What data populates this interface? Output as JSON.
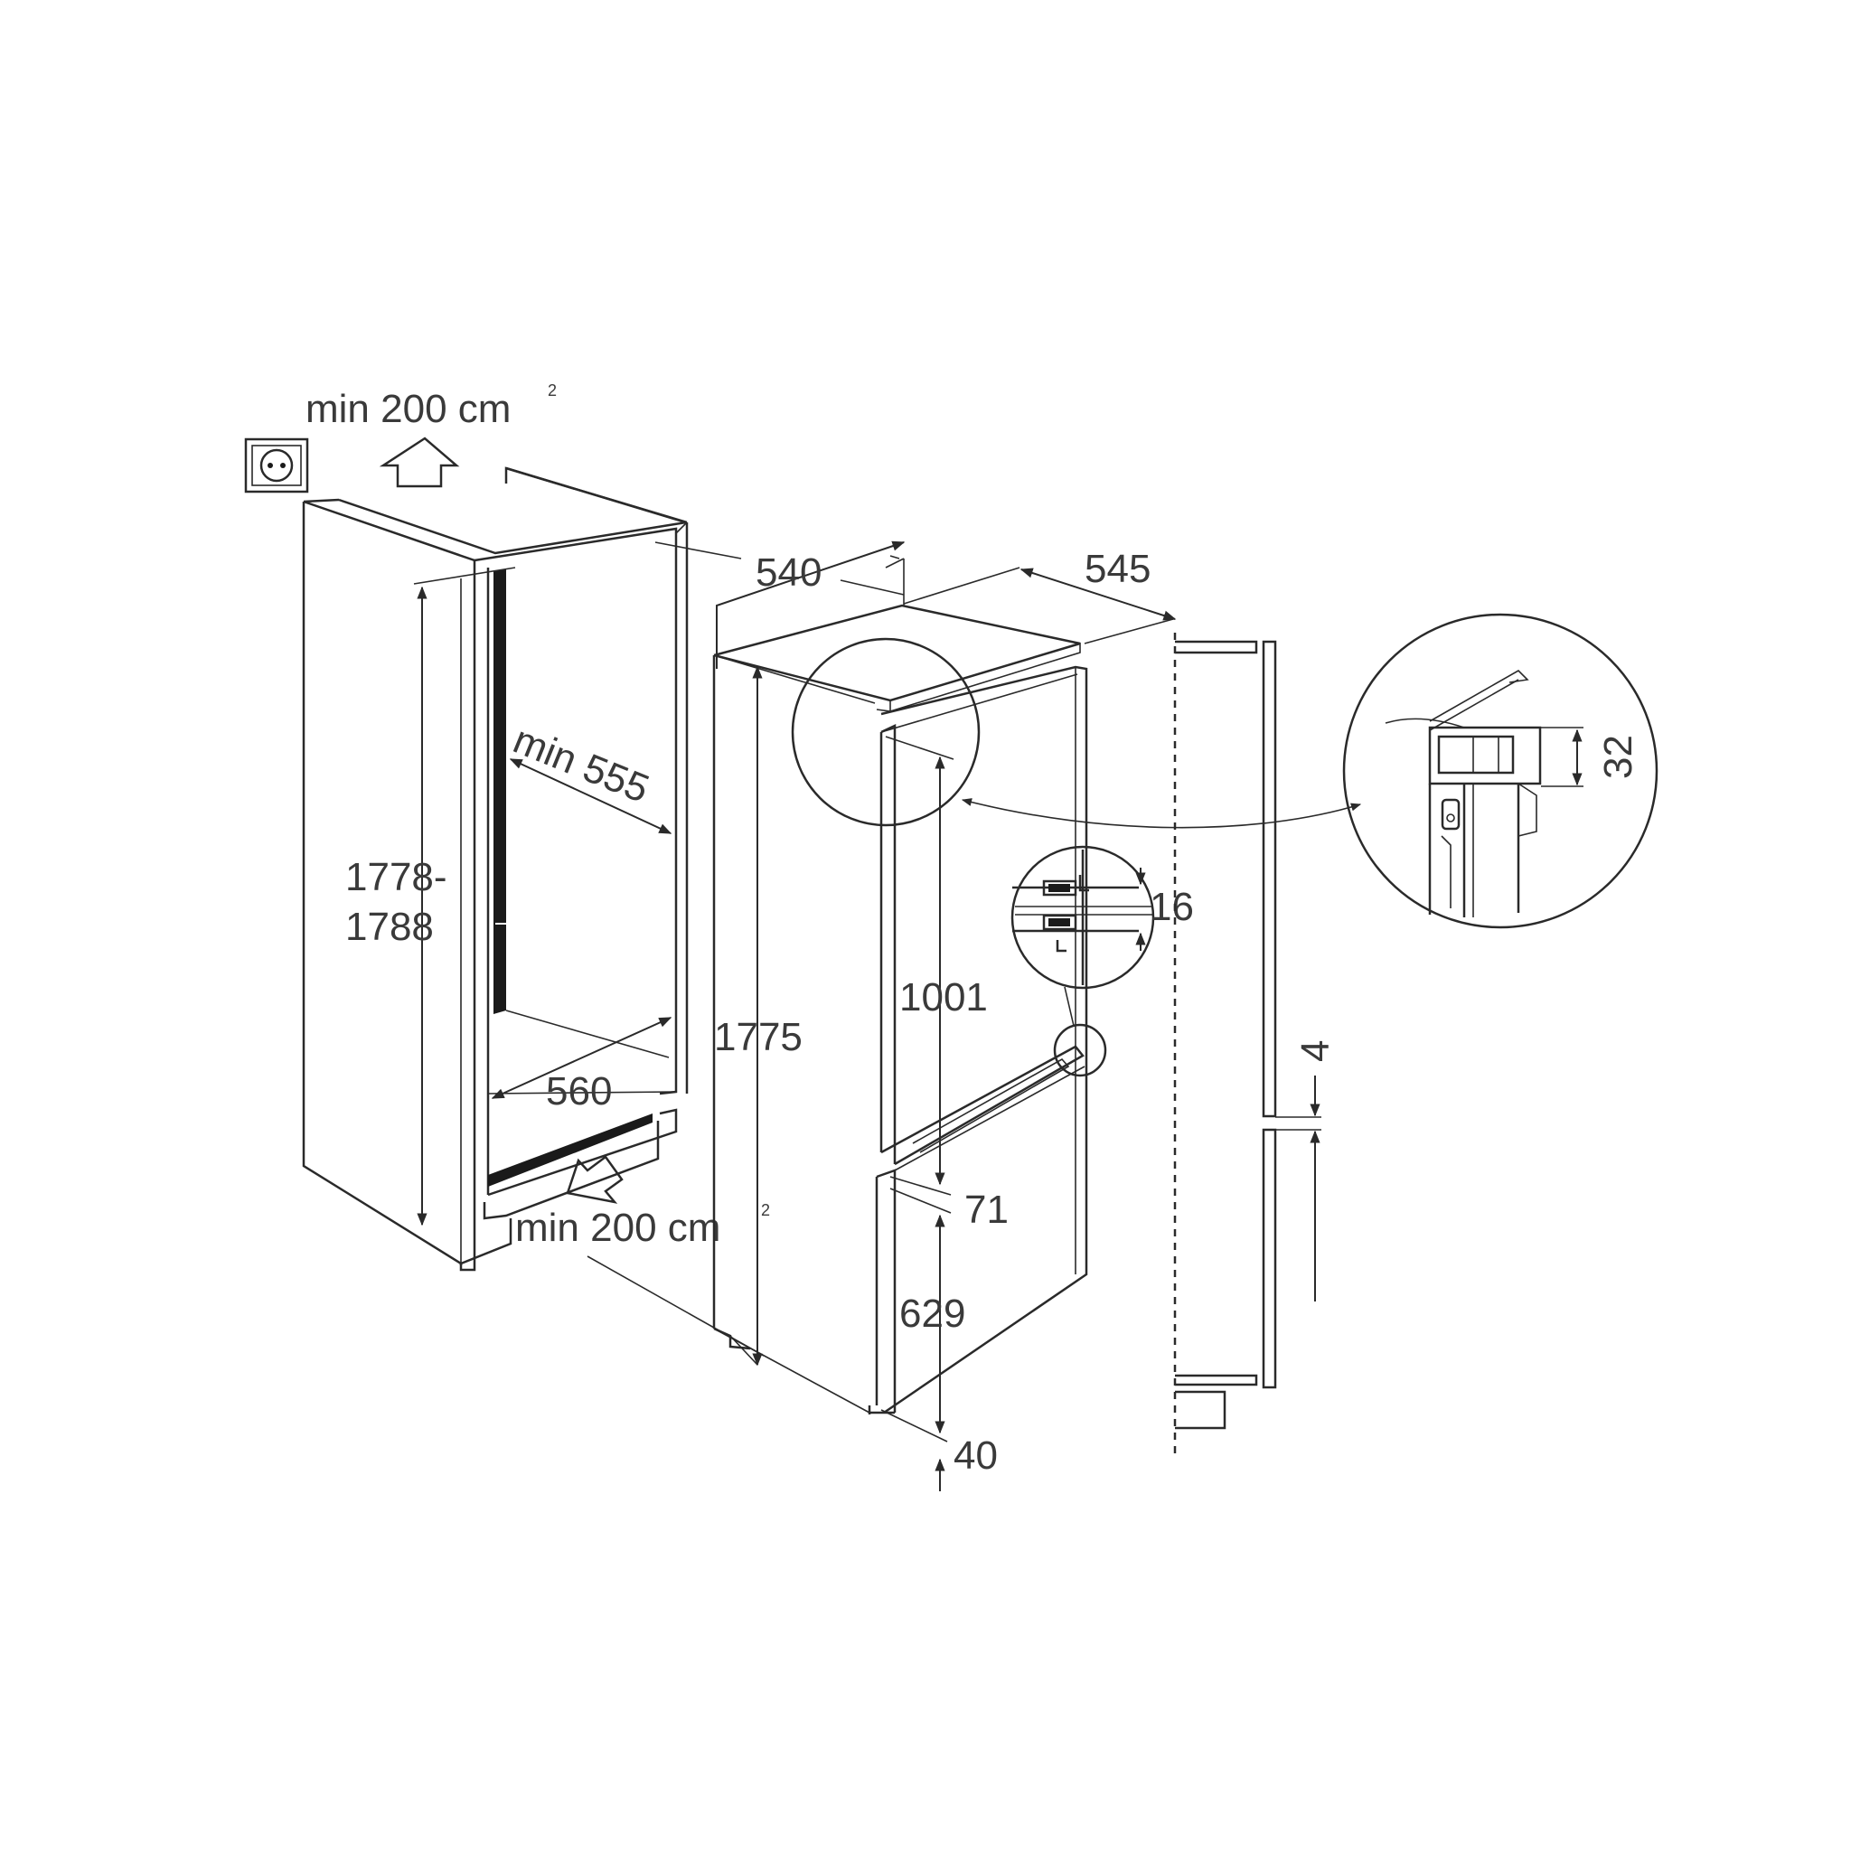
{
  "vent_top": {
    "value": "min 200 cm",
    "unit_sup": "2"
  },
  "vent_bottom": {
    "value": "min 200 cm",
    "unit_sup": "2"
  },
  "niche": {
    "height_line1": "1778-",
    "height_line2": "1788",
    "depth": "min 555",
    "width": "560"
  },
  "appliance": {
    "width": "540",
    "depth": "545",
    "height": "1775",
    "upper_door": "1001",
    "door_gap": "71",
    "lower_door": "629",
    "bottom_gap": "40"
  },
  "hinge_detail": {
    "gap": "16"
  },
  "top_detail": {
    "clearance": "32"
  },
  "side_view": {
    "gap": "4"
  }
}
